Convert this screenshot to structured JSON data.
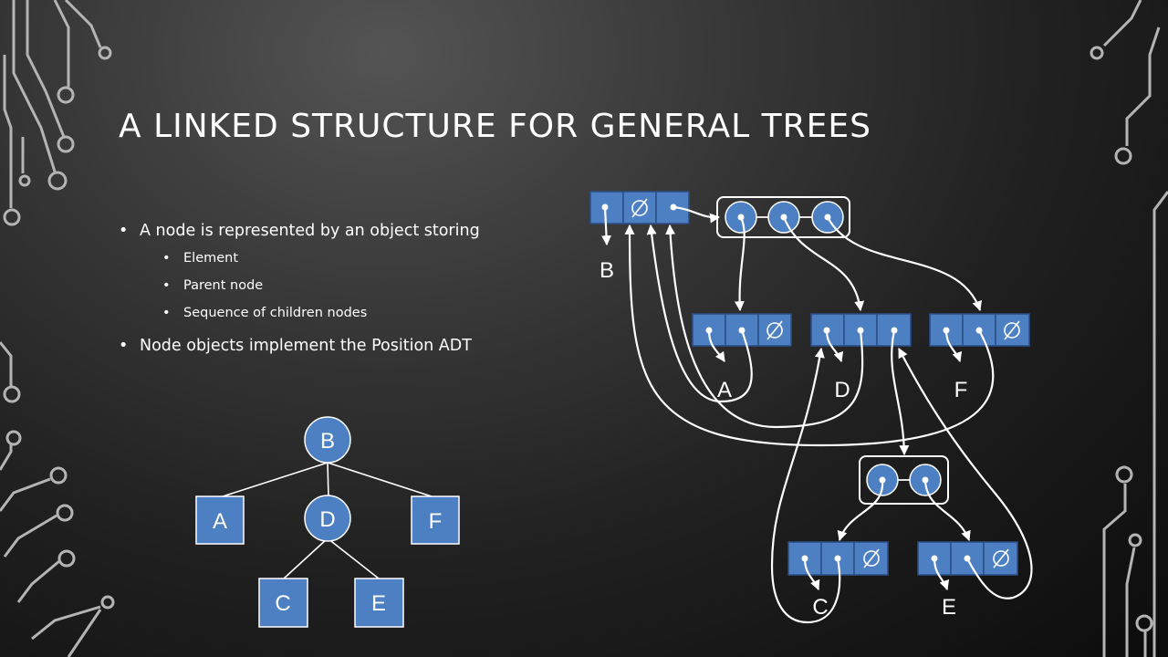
{
  "slide": {
    "title": "A LINKED STRUCTURE FOR GENERAL TREES",
    "bullets": [
      {
        "text": "A node is represented by an object storing",
        "sub": [
          "Element",
          "Parent node",
          "Sequence of children nodes"
        ]
      },
      {
        "text": "Node objects implement the Position ADT"
      }
    ]
  },
  "tree": {
    "root": "B",
    "children_of_root": [
      "A",
      "D",
      "F"
    ],
    "children_of_D": [
      "C",
      "E"
    ]
  },
  "linked": {
    "labels": [
      "B",
      "A",
      "D",
      "F",
      "C",
      "E"
    ]
  },
  "colors": {
    "node_fill": "#4d7fc3",
    "link": "#ffffff",
    "text": "#ffffff"
  }
}
